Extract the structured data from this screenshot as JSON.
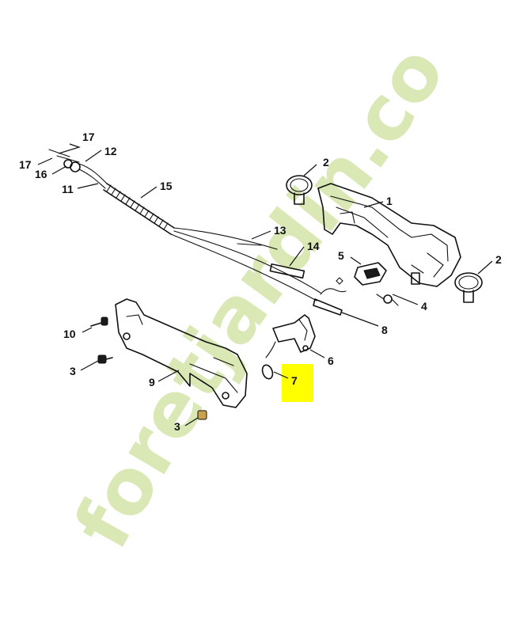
{
  "diagram": {
    "callouts": [
      {
        "id": "c17a",
        "text": "17"
      },
      {
        "id": "c12",
        "text": "12"
      },
      {
        "id": "c17b",
        "text": "17"
      },
      {
        "id": "c16",
        "text": "16"
      },
      {
        "id": "c11",
        "text": "11"
      },
      {
        "id": "c15",
        "text": "15"
      },
      {
        "id": "c2a",
        "text": "2"
      },
      {
        "id": "c1",
        "text": "1"
      },
      {
        "id": "c13",
        "text": "13"
      },
      {
        "id": "c14",
        "text": "14"
      },
      {
        "id": "c5",
        "text": "5"
      },
      {
        "id": "c2b",
        "text": "2"
      },
      {
        "id": "c4",
        "text": "4"
      },
      {
        "id": "c8",
        "text": "8"
      },
      {
        "id": "c10",
        "text": "10"
      },
      {
        "id": "c6",
        "text": "6"
      },
      {
        "id": "c3a",
        "text": "3"
      },
      {
        "id": "c7",
        "text": "7"
      },
      {
        "id": "c9",
        "text": "9"
      },
      {
        "id": "c3b",
        "text": "3"
      }
    ],
    "highlight_color": "#ffff00",
    "watermark": {
      "text": "foretjardin.com",
      "color": "#d9e8b5"
    }
  }
}
